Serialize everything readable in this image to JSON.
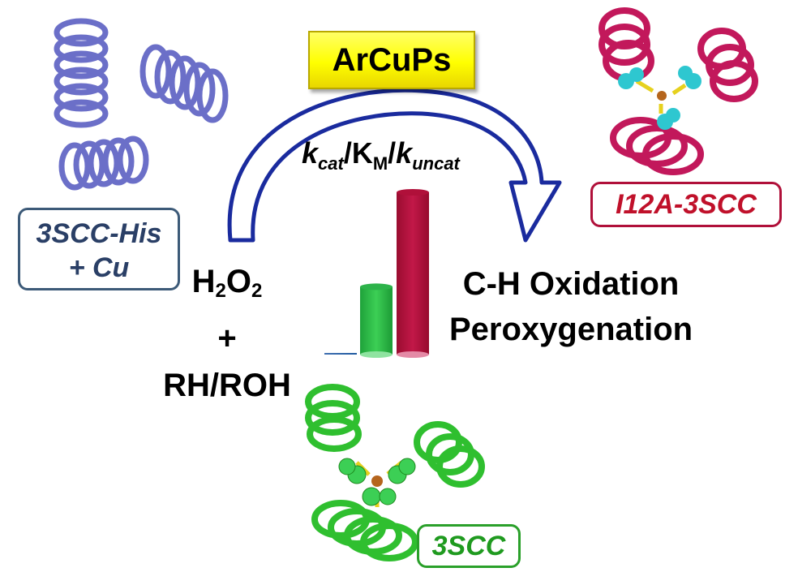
{
  "title": "ArCuPs",
  "ratio": {
    "k": "k",
    "cat": "cat",
    "slash1": "/K",
    "M": "M",
    "slash2": "/",
    "k2": "k",
    "uncat": "uncat"
  },
  "labels": {
    "three_scc_his_line1": "3SCC-His",
    "three_scc_his_line2": "+ Cu",
    "i12a_3scc": "I12A-3SCC",
    "three_scc": "3SCC"
  },
  "reactants": {
    "h": "H",
    "two1": "2",
    "o": "O",
    "two2": "2",
    "plus": "+",
    "rh": "RH/ROH"
  },
  "products": {
    "line1": "C-H Oxidation",
    "line2": "Peroxygenation"
  },
  "chart_data": {
    "type": "bar",
    "categories": [
      "3SCC-His + Cu",
      "3SCC",
      "I12A-3SCC"
    ],
    "values": [
      0.3,
      28,
      67
    ],
    "colors": [
      "#2e86c1",
      "#2db34a",
      "#b0103a"
    ]
  },
  "colors": {
    "arrow": "#1a2b9e",
    "his_helix": "#6b6fc8",
    "i12a_helix": "#c2185b",
    "scc_helix": "#2fbf2f",
    "cu": "#b5651d",
    "cl_sphere_cyan": "#2ec7d0",
    "his_stick": "#e6d11e"
  }
}
